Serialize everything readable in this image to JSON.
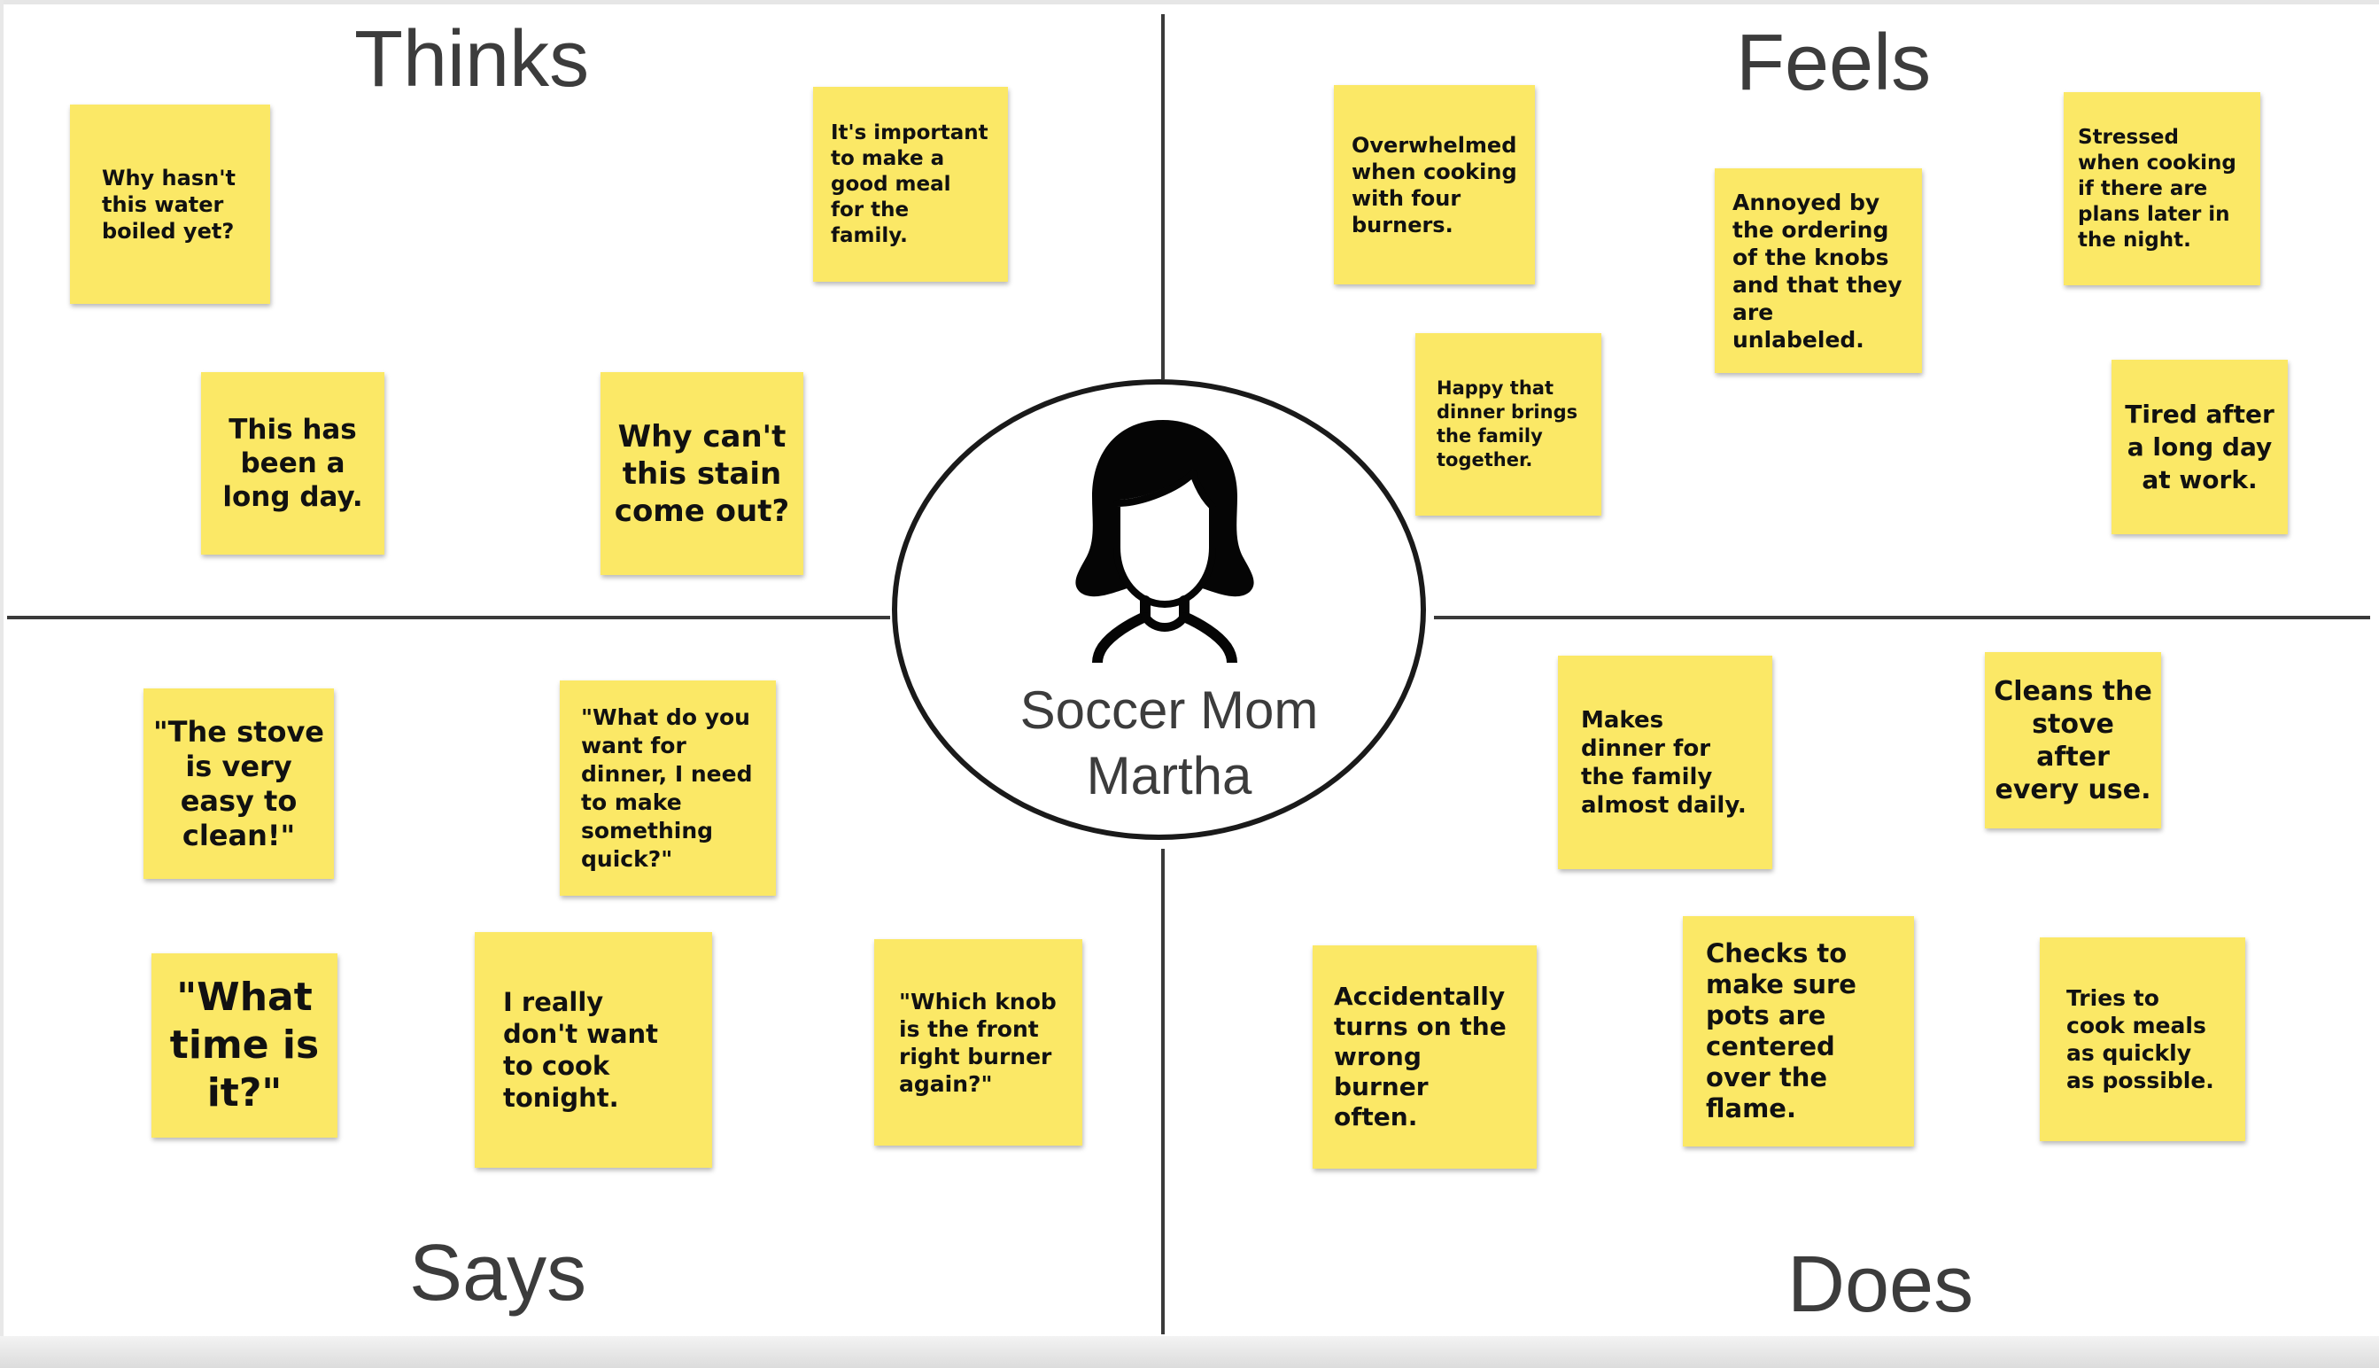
{
  "board": {
    "quadrants": {
      "thinks": "Thinks",
      "feels": "Feels",
      "says": "Says",
      "does": "Does"
    },
    "persona": {
      "icon": "woman-avatar-icon",
      "name_line1": "Soccer Mom",
      "name_line2": "Martha"
    }
  },
  "notes": {
    "thinks": [
      "Why hasn't this water boiled yet?",
      "It's important to make a good meal for the family.",
      "This has been a long day.",
      "Why can't this stain come out?"
    ],
    "feels": [
      "Overwhelmed when cooking with four burners.",
      "Annoyed by the ordering of the knobs and that they are unlabeled.",
      "Stressed when cooking if there are plans later in the night.",
      "Happy that dinner brings the family together.",
      "Tired after a long day at work."
    ],
    "says": [
      "\"The stove is very easy to clean!\"",
      "\"What do you want for dinner, I need to make something quick?\"",
      "\"What time is it?\"",
      "I really don't want to cook tonight.",
      "\"Which knob is the front right burner again?\""
    ],
    "does": [
      "Makes dinner for the family almost daily.",
      "Cleans the stove after every use.",
      "Accidentally turns on the wrong burner often.",
      "Checks to make sure pots are centered over the flame.",
      "Tries to cook meals as quickly as possible."
    ]
  },
  "colors": {
    "sticky_note": "#fbe866",
    "divider": "#3a3a3a",
    "title_text": "#3c3c3c"
  }
}
